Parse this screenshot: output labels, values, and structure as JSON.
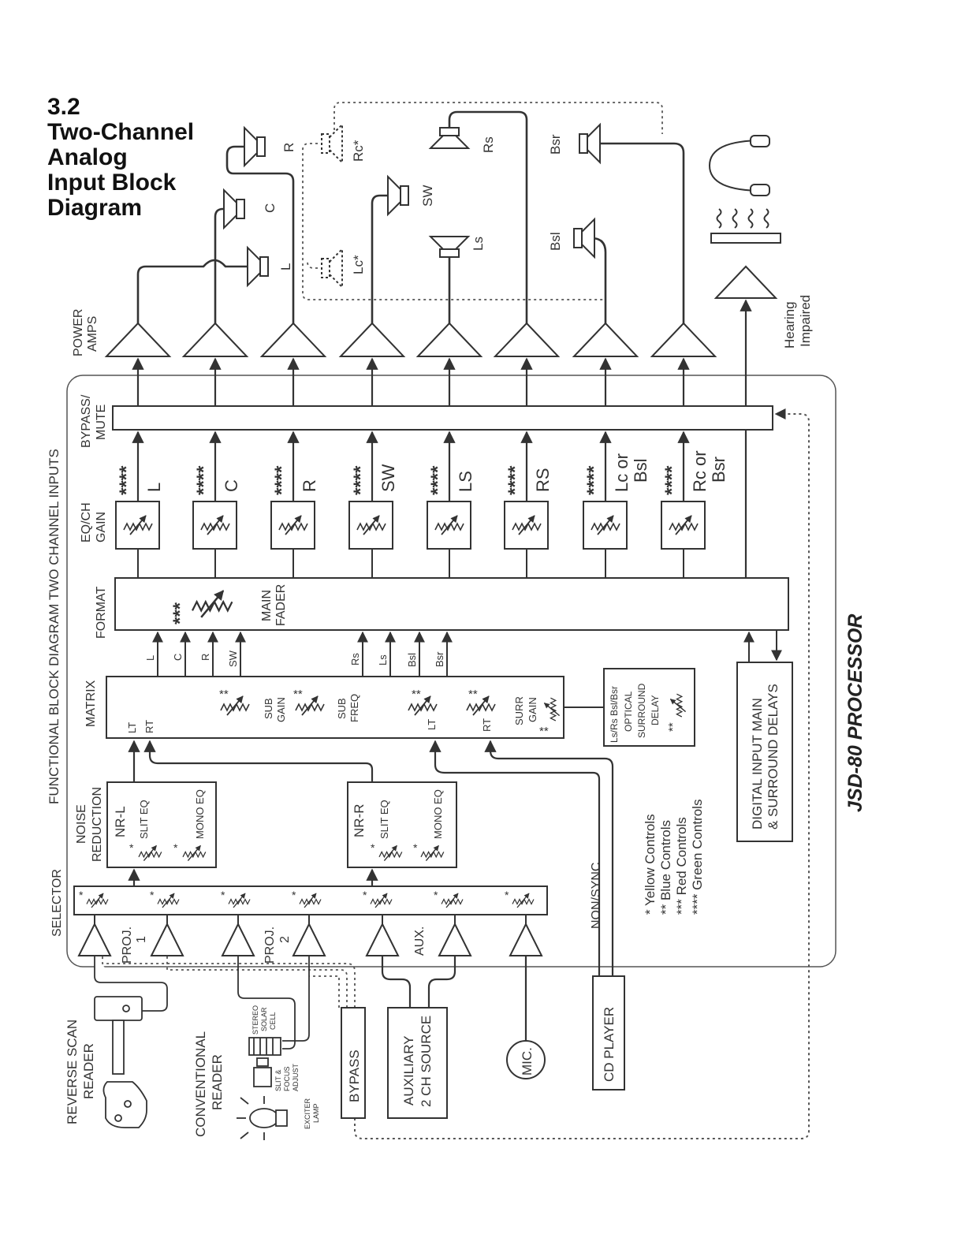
{
  "title": {
    "number": "3.2",
    "line1": "Two-Channel",
    "line2": "Analog",
    "line3": "Input Block",
    "line4": "Diagram"
  },
  "side_labels": {
    "functional": "FUNCTIONAL BLOCK DIAGRAM  TWO CHANNEL INPUTS",
    "selector": "SELECTOR",
    "noise1": "NOISE",
    "noise2": "REDUCTION",
    "matrix": "MATRIX",
    "format": "FORMAT",
    "eq1": "EQ/CH",
    "eq2": "GAIN",
    "bypass1": "BYPASS/",
    "bypass2": "MUTE",
    "power1": "POWER",
    "power2": "AMPS",
    "processor": "JSD-80 PROCESSOR"
  },
  "speakers": {
    "R": "R",
    "C": "C",
    "L": "L",
    "Rc": "Rc*",
    "Lc": "Lc*",
    "SW": "SW",
    "Ls": "Ls",
    "Rs": "Rs",
    "Bsr": "Bsr",
    "Bsl": "Bsl"
  },
  "hearing": {
    "line1": "Hearing",
    "line2": "Impaired"
  },
  "channels": [
    {
      "stars": "****",
      "l1": "L",
      "l2": ""
    },
    {
      "stars": "****",
      "l1": "C",
      "l2": ""
    },
    {
      "stars": "****",
      "l1": "R",
      "l2": ""
    },
    {
      "stars": "****",
      "l1": "SW",
      "l2": ""
    },
    {
      "stars": "****",
      "l1": "LS",
      "l2": ""
    },
    {
      "stars": "****",
      "l1": "RS",
      "l2": ""
    },
    {
      "stars": "****",
      "l1": "Lc or",
      "l2": "Bsl"
    },
    {
      "stars": "****",
      "l1": "Rc or",
      "l2": "Bsr"
    }
  ],
  "format": {
    "stars": "***",
    "main": "MAIN",
    "fader": "FADER"
  },
  "matrix_outputs": [
    "L",
    "C",
    "R",
    "SW",
    "Rs",
    "Ls",
    "Bsl",
    "Bsr"
  ],
  "matrix": {
    "lt": "LT",
    "rt": "RT",
    "sub_gain1": "SUB",
    "sub_gain2": "GAIN",
    "sub_freq1": "SUB",
    "sub_freq2": "FREQ",
    "lt2": "LT",
    "rt2": "RT",
    "surr1": "SURR",
    "surr2": "GAIN",
    "dstar": "**"
  },
  "optical": {
    "l1": "Ls/Rs  Bsl/Bsr",
    "l2": "OPTICAL",
    "l3": "SURROUND",
    "l4": "DELAY",
    "stars": "**"
  },
  "nr": {
    "left": "NR-L",
    "right": "NR-R",
    "slit": "SLIT EQ",
    "mono": "MONO EQ",
    "star": "*"
  },
  "selector_star": "*",
  "inputs": {
    "proj1a": "PROJ.",
    "proj1b": "1",
    "proj2a": "PROJ.",
    "proj2b": "2",
    "aux": "AUX.",
    "nonsync": "NON/SYNC"
  },
  "digital": {
    "l1": "DIGITAL INPUT MAIN",
    "l2": "& SURROUND DELAYS"
  },
  "legend": [
    "* Yellow Controls",
    "** Blue Controls",
    "*** Red Controls",
    "**** Green Controls"
  ],
  "sources": {
    "rev1": "REVERSE SCAN",
    "rev2": "READER",
    "conv1": "CONVENTIONAL",
    "conv2": "READER",
    "stereo1": "STEREO",
    "stereo2": "SOLAR",
    "stereo3": "CELL",
    "slit1": "SLIT &",
    "slit2": "FOCUS",
    "slit3": "ADJUST",
    "exciter1": "EXCITER",
    "exciter2": "LAMP",
    "bypass": "BYPASS",
    "aux1": "AUXILIARY",
    "aux2": "2 CH SOURCE",
    "mic": "MIC.",
    "cd": "CD PLAYER"
  }
}
